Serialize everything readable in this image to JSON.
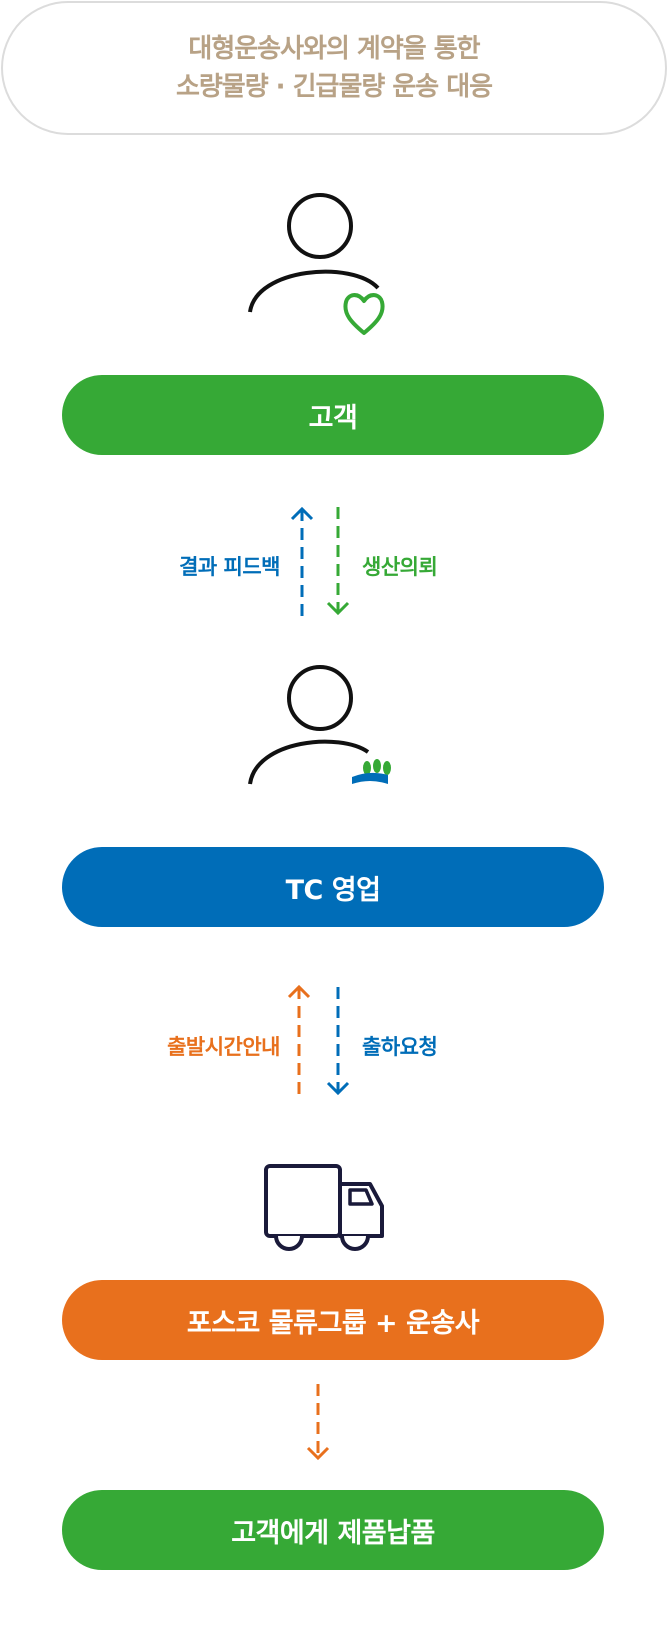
{
  "header": {
    "line1": "대형운송사와의 계약을 통한",
    "line2": "소량물량 · 긴급물량 운송 대응"
  },
  "nodes": {
    "customer": "고객",
    "tc_sales": "TC 영업",
    "logistics": "포스코 물류그룹 + 운송사",
    "delivery": "고객에게 제품납품"
  },
  "flows": {
    "result_feedback": "결과 피드백",
    "production_request": "생산의뢰",
    "departure_notice": "출발시간안내",
    "shipment_request": "출하요청"
  },
  "colors": {
    "green": "#36a936",
    "blue": "#006db8",
    "orange": "#e8701d",
    "header_text": "#b8a286",
    "header_border": "#dcdcdc",
    "truck": "#1a1a3a"
  }
}
